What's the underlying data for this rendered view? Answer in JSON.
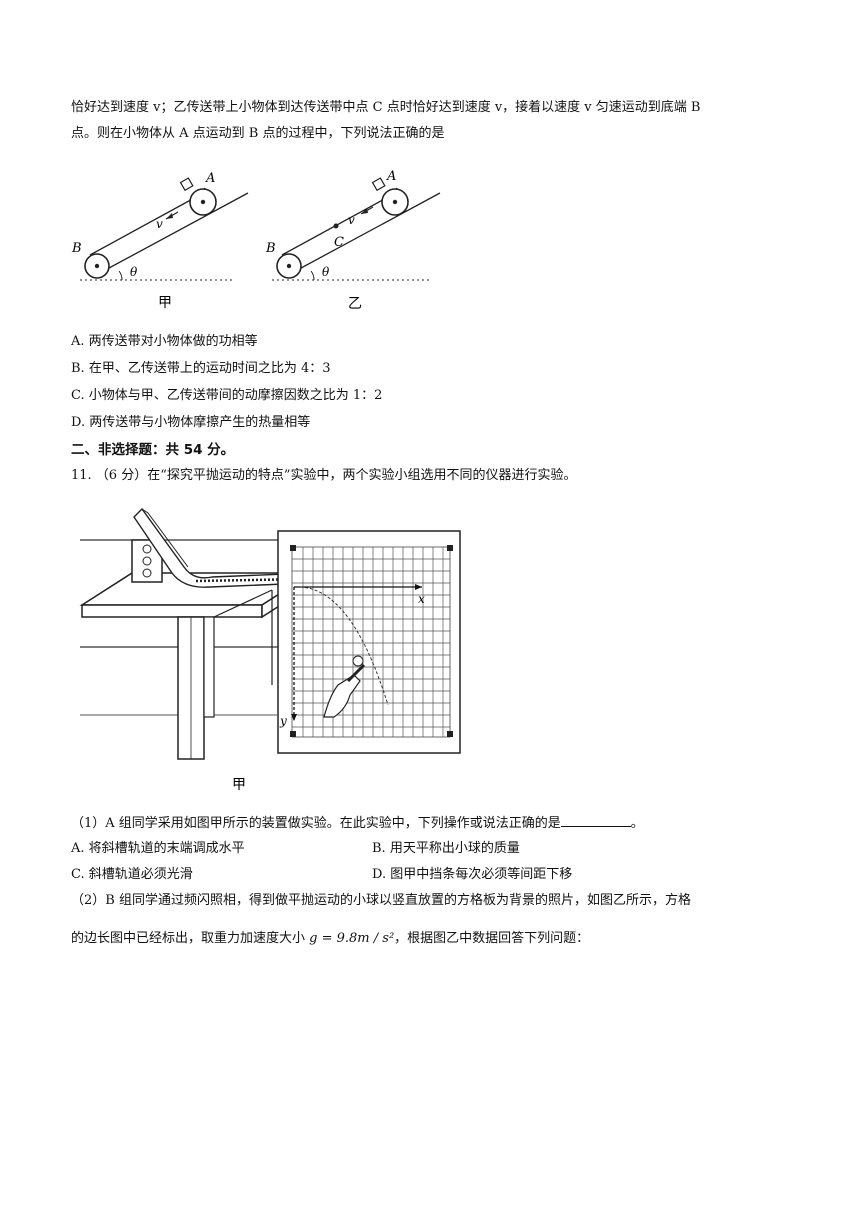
{
  "intro": {
    "line1": "恰好达到速度 v；乙传送带上小物体到达传送带中点 C 点时恰好达到速度 v，接着以速度 v 匀速运动到底端 B",
    "line2": "点。则在小物体从 A 点运动到 B 点的过程中，下列说法正确的是"
  },
  "belt_figure": {
    "left": {
      "caption": "甲",
      "label_a": "A",
      "label_b": "B",
      "label_v": "v",
      "label_theta": "θ"
    },
    "right": {
      "caption": "乙",
      "label_a": "A",
      "label_b": "B",
      "label_c": "C",
      "label_v": "v",
      "label_theta": "θ"
    }
  },
  "options_q10": [
    "A.  两传送带对小物体做的功相等",
    "B.  在甲、乙传送带上的运动时间之比为 4：3",
    "C.  小物体与甲、乙传送带间的动摩擦因数之比为 1：2",
    "D.  两传送带与小物体摩擦产生的热量相等"
  ],
  "section_title": "二、非选择题：共 54 分。",
  "q11": {
    "stem": "11. （6 分）在“探究平抛运动的特点”实验中，两个实验小组选用不同的仪器进行实验。",
    "figure_caption": "甲",
    "axis_x": "x",
    "axis_y": "y",
    "part1_text": "（1）A 组同学采用如图甲所示的装置做实验。在此实验中，下列操作或说法正确的是",
    "part1_end": "。",
    "part1_options": [
      "A.  将斜槽轨道的末端调成水平",
      "B.  用天平称出小球的质量",
      "C.  斜槽轨道必须光滑",
      "D.  图甲中挡条每次必须等间距下移"
    ],
    "part2_line1": "（2）B 组同学通过频闪照相，得到做平抛运动的小球以竖直放置的方格板为背景的照片，如图乙所示，方格",
    "part2_line2_pre": "的边长图中已经标出，取重力加速度大小",
    "part2_formula": "g = 9.8m / s²",
    "part2_line2_post": "，根据图乙中数据回答下列问题："
  }
}
